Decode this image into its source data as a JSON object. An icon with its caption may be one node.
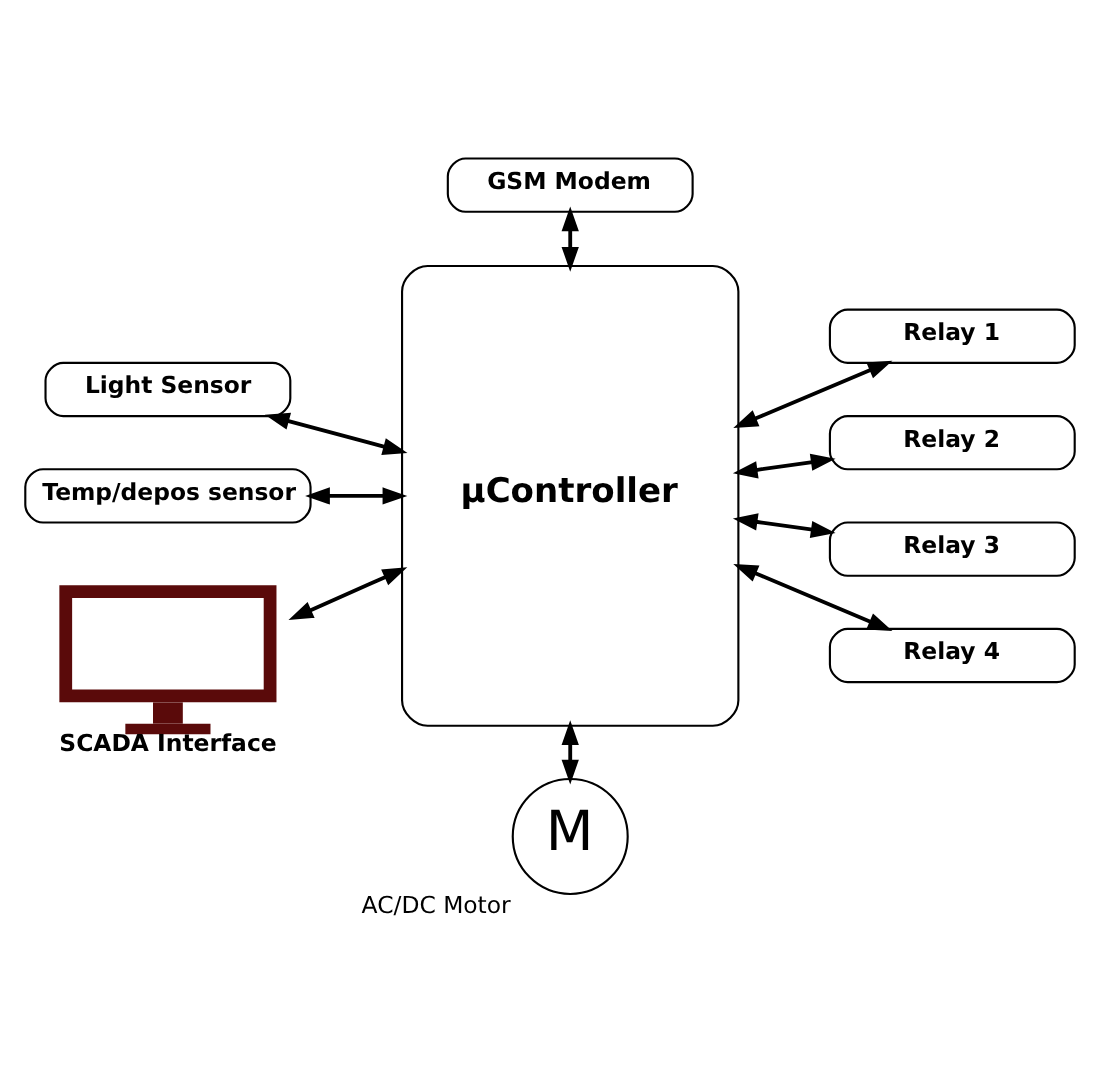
{
  "diagram": {
    "nodes": [
      {
        "text": [
          "GSM Modem"
        ]
      },
      {
        "text": [
          "µController"
        ]
      },
      {
        "text": [
          "Light Sensor"
        ]
      },
      {
        "text": [
          "Temp/depos sensor"
        ]
      },
      {
        "text": [
          "SCADA Interface"
        ]
      },
      {
        "text": [
          "Relay 1"
        ]
      },
      {
        "text": [
          "Relay 2"
        ]
      },
      {
        "text": [
          "Relay 3"
        ]
      },
      {
        "text": [
          "Relay 4"
        ]
      },
      {
        "text": [
          "M"
        ],
        "beside": [
          "AC/DC Motor"
        ]
      }
    ],
    "edges": [
      {
        "from": 1,
        "to": 0,
        "arrow": "both"
      },
      {
        "from": 2,
        "to": 1,
        "arrow": "both"
      },
      {
        "from": 3,
        "to": 1,
        "arrow": "both"
      },
      {
        "from": 4,
        "to": 1,
        "arrow": "both"
      },
      {
        "from": 1,
        "to": 5,
        "arrow": "both"
      },
      {
        "from": 1,
        "to": 6,
        "arrow": "both"
      },
      {
        "from": 1,
        "to": 7,
        "arrow": "both"
      },
      {
        "from": 1,
        "to": 8,
        "arrow": "both"
      },
      {
        "from": 1,
        "to": 9,
        "arrow": "both"
      }
    ]
  }
}
